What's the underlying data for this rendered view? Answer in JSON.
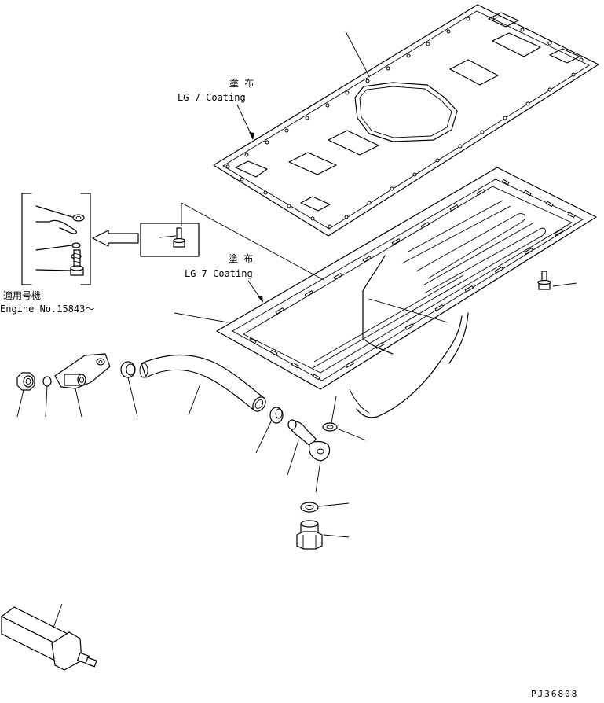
{
  "callouts": {
    "upper_coating_jp": "塗 布",
    "upper_coating_en": "LG-7 Coating",
    "lower_coating_jp": "塗 布",
    "lower_coating_en": "LG-7 Coating",
    "applicable_jp": "適用号機",
    "applicable_en": "Engine No.15843～"
  },
  "drawing_code": "PJ36808"
}
